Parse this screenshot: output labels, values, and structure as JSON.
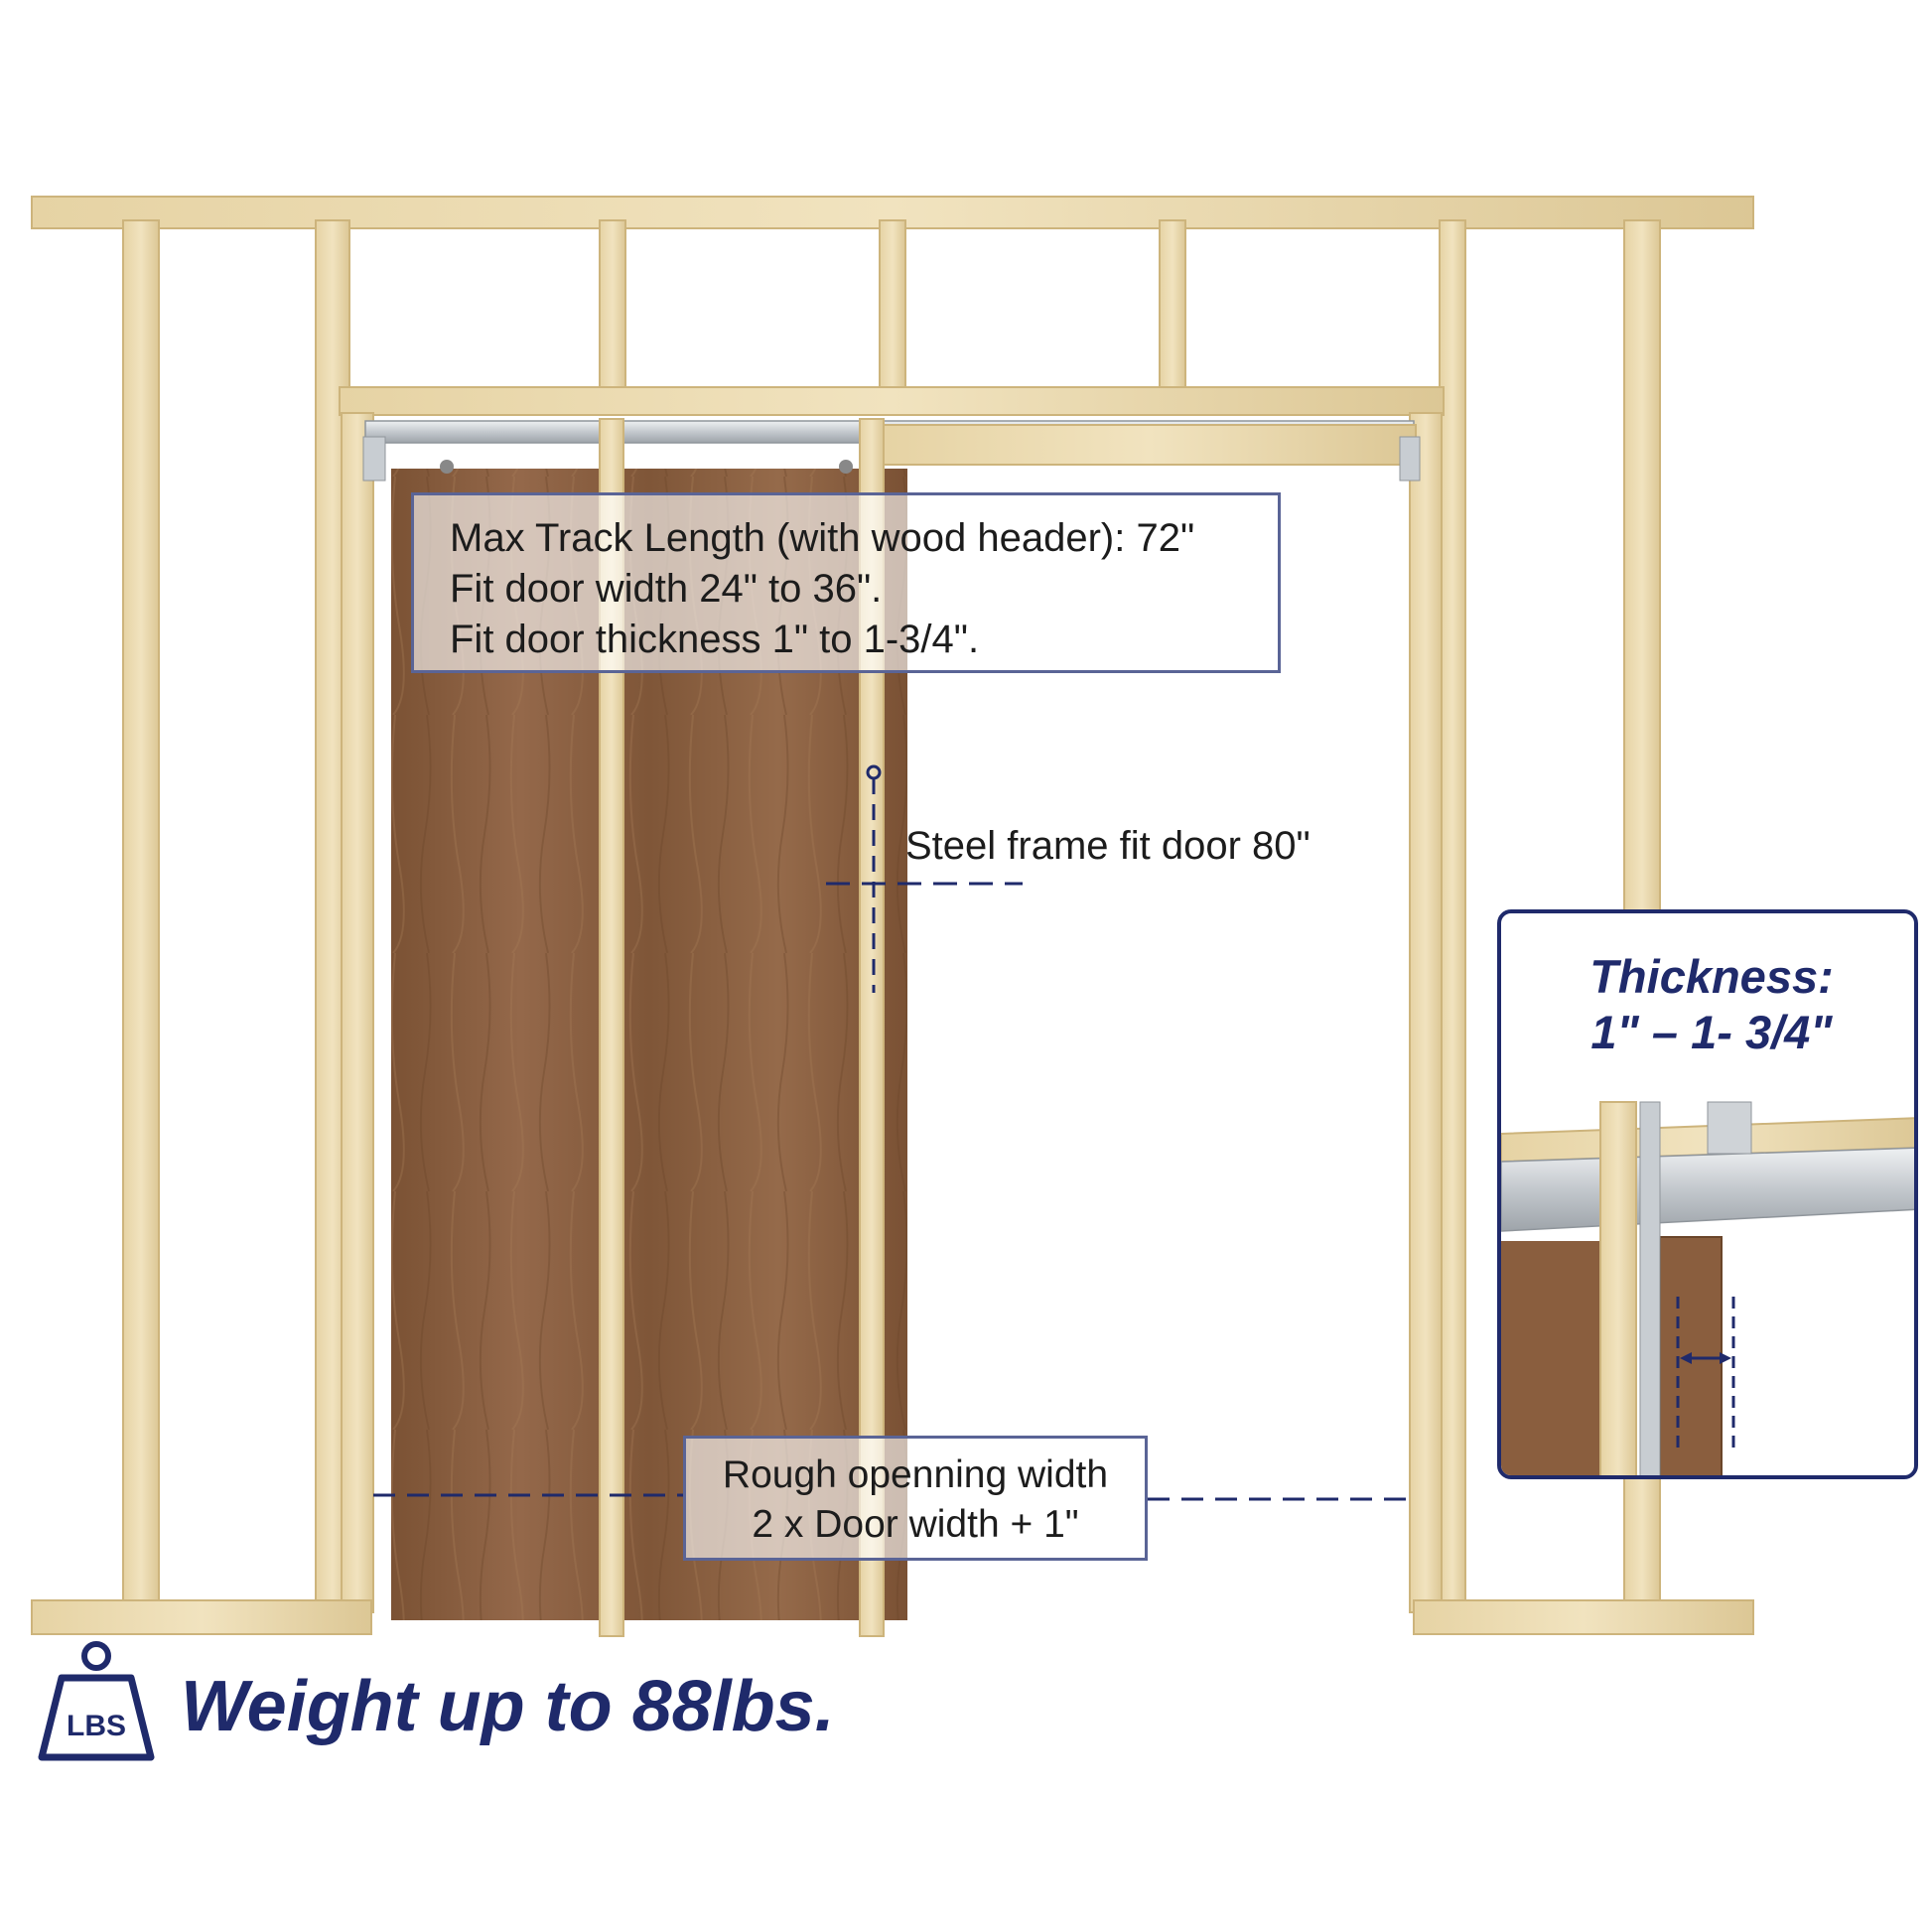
{
  "callouts": {
    "track": {
      "line1": "Max Track Length (with wood header):  72\"",
      "line2": "Fit door width 24\" to 36\".",
      "line3": "Fit door thickness 1\" to 1-3/4\"."
    },
    "steel_frame": "Steel frame fit door 80\"",
    "rough_opening": {
      "line1": "Rough openning width",
      "line2": "2 x Door width + 1\""
    }
  },
  "inset": {
    "title_line1": "Thickness:",
    "title_line2": "1\" –  1- 3/4\""
  },
  "weight": {
    "icon_text": "LBS",
    "label": "Weight up to 88lbs."
  },
  "colors": {
    "accent": "#1f2a6b",
    "callout_border": "#5a6496",
    "wood_stud": "#ecdcb2",
    "door_wood": "#8a5e3e",
    "steel": "#c8cdd2"
  },
  "icons": [
    "weight-icon"
  ]
}
